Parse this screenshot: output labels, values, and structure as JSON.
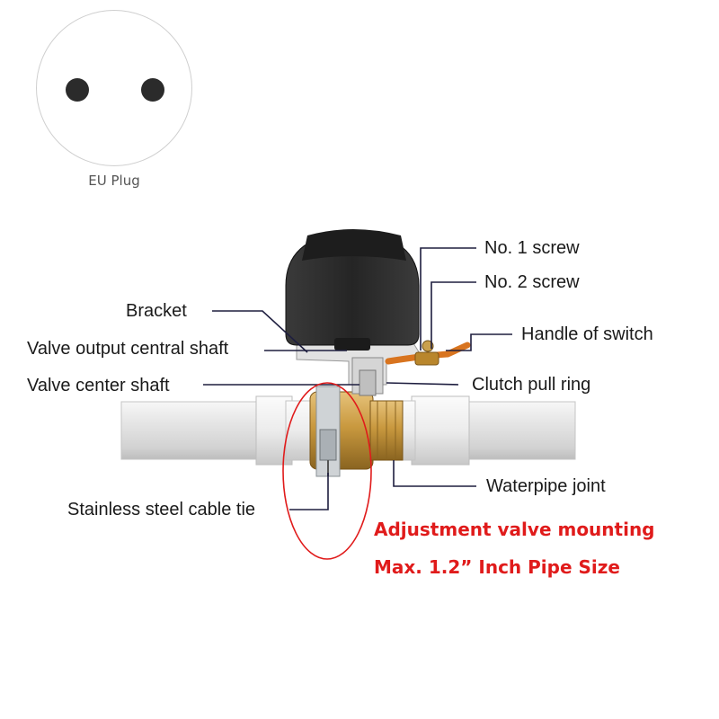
{
  "plug": {
    "caption": "EU Plug",
    "icon": "eu-plug-icon"
  },
  "labels": {
    "no1_screw": "No. 1 screw",
    "no2_screw": "No. 2 screw",
    "bracket": "Bracket",
    "valve_output_shaft": "Valve output central shaft",
    "handle_of_switch": "Handle of switch",
    "valve_center_shaft": "Valve center shaft",
    "clutch_pull_ring": "Clutch pull ring",
    "waterpipe_joint": "Waterpipe joint",
    "cable_tie": "Stainless steel cable tie"
  },
  "note": {
    "line1": "Adjustment valve mounting",
    "line2": "Max. 1.2” Inch Pipe Size",
    "color": "#e01b1b"
  },
  "colors": {
    "actuator": "#2a2a2a",
    "brass": "#c49a45",
    "pipe": "#e9e9e9",
    "handle": "#d8741f",
    "callout_circle": "#e01b1b"
  }
}
